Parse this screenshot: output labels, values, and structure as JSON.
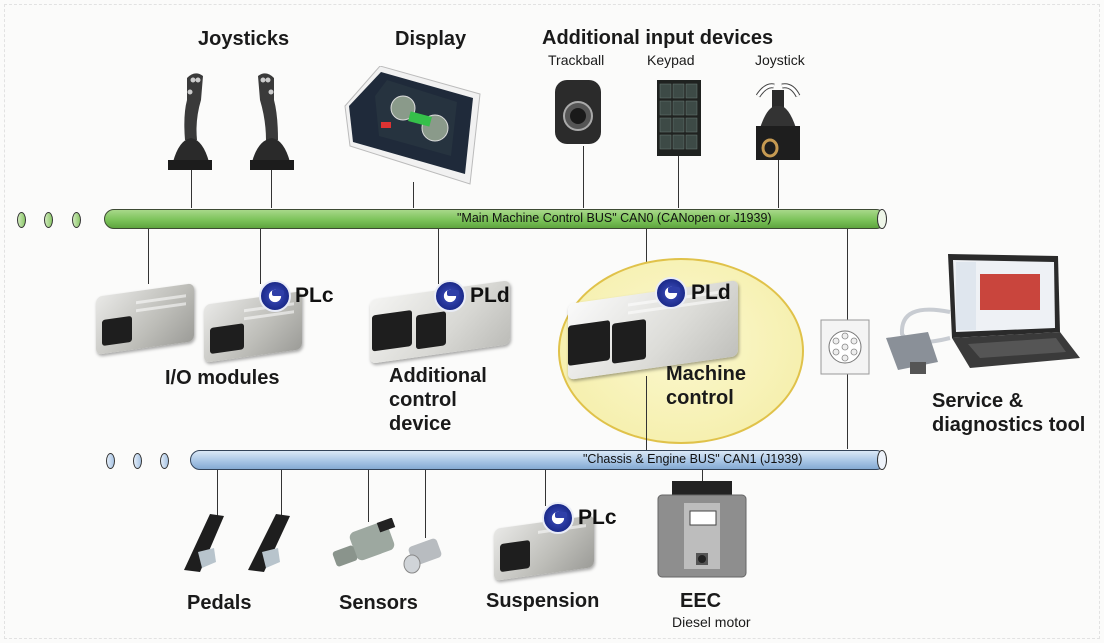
{
  "diagram": {
    "top_headings": {
      "joysticks": "Joysticks",
      "display": "Display",
      "additional_input_devices": "Additional input devices"
    },
    "input_devices": {
      "trackball": "Trackball",
      "keypad": "Keypad",
      "joystick": "Joystick"
    },
    "buses": {
      "main": {
        "label": "\"Main Machine Control BUS\" CAN0 (CANopen or J1939)",
        "color": "#7cc35a"
      },
      "chassis": {
        "label": "\"Chassis & Engine BUS\" CAN1 (J1939)",
        "color": "#a9c6e6"
      }
    },
    "middle_nodes": {
      "io_modules": "I/O modules",
      "additional_control_line1": "Additional",
      "additional_control_line2": "control",
      "additional_control_line3": "device",
      "machine_control_line1": "Machine",
      "machine_control_line2": "control",
      "service_line1": "Service &",
      "service_line2": "diagnostics tool"
    },
    "safety_badges": {
      "io_module": "PLc",
      "additional_control": "PLd",
      "machine_control": "PLd",
      "suspension": "PLc"
    },
    "bottom_nodes": {
      "pedals": "Pedals",
      "sensors": "Sensors",
      "suspension": "Suspension",
      "eec": "EEC",
      "eec_sub": "Diesel motor"
    },
    "colors": {
      "highlight_ellipse": "#f6f0b0",
      "highlight_border": "#e0c24a",
      "badge_blue": "#1b2a8a"
    }
  }
}
